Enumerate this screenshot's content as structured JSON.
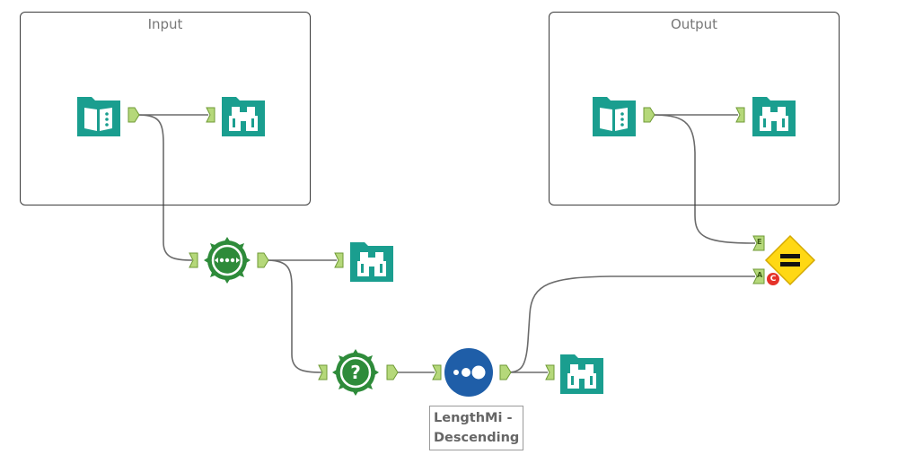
{
  "canvas": {
    "containers": [
      {
        "id": "input",
        "title": "Input"
      },
      {
        "id": "output",
        "title": "Output"
      }
    ],
    "tools": [
      {
        "id": "input-folder-book",
        "icon": "folder-book-icon"
      },
      {
        "id": "input-browse",
        "icon": "binoculars-icon"
      },
      {
        "id": "output-folder-book",
        "icon": "folder-book-icon"
      },
      {
        "id": "output-browse",
        "icon": "binoculars-icon"
      },
      {
        "id": "formula-tool",
        "icon": "spread-arrows-badge-icon"
      },
      {
        "id": "formula-browse",
        "icon": "binoculars-icon"
      },
      {
        "id": "filter-tool",
        "icon": "question-badge-icon"
      },
      {
        "id": "sort-tool",
        "icon": "dots-circle-icon"
      },
      {
        "id": "sort-browse",
        "icon": "binoculars-icon"
      },
      {
        "id": "test-tool",
        "icon": "equals-diamond-icon"
      }
    ],
    "anchors": {
      "expected": "E",
      "actual": "A",
      "error_marker": "C"
    },
    "sort_label": "LengthMi -\nDescending"
  },
  "colors": {
    "teal": "#1a9e8f",
    "green": "#2e8b3a",
    "blue": "#1f5ea8",
    "yellow": "#ffd814",
    "anchor": "#b5d87a",
    "connector": "#6b6b6b",
    "error": "#e5332a"
  }
}
